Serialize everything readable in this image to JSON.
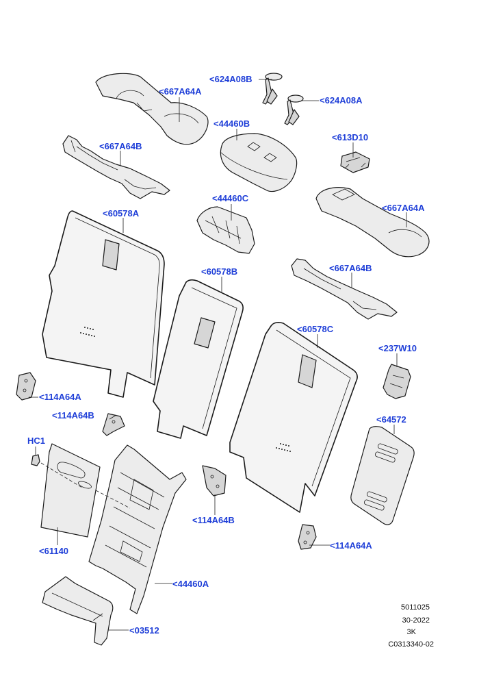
{
  "accent_color": "#1f3fd8",
  "callouts": [
    {
      "id": "c1",
      "label": "<624A08B"
    },
    {
      "id": "c2",
      "label": "<624A08A"
    },
    {
      "id": "c3",
      "label": "<667A64A"
    },
    {
      "id": "c4",
      "label": "<44460B"
    },
    {
      "id": "c5",
      "label": "<613D10"
    },
    {
      "id": "c6",
      "label": "<667A64B"
    },
    {
      "id": "c7",
      "label": "<44460C"
    },
    {
      "id": "c8",
      "label": "<667A64A"
    },
    {
      "id": "c9",
      "label": "<60578A"
    },
    {
      "id": "c10",
      "label": "<60578B"
    },
    {
      "id": "c11",
      "label": "<667A64B"
    },
    {
      "id": "c12",
      "label": "<60578C"
    },
    {
      "id": "c13",
      "label": "<237W10"
    },
    {
      "id": "c14",
      "label": "<114A64A"
    },
    {
      "id": "c15",
      "label": "<114A64B"
    },
    {
      "id": "c16",
      "label": "<64572"
    },
    {
      "id": "c17",
      "label": "HC1"
    },
    {
      "id": "c18",
      "label": "<114A64B"
    },
    {
      "id": "c19",
      "label": "<61140"
    },
    {
      "id": "c20",
      "label": "<114A64A"
    },
    {
      "id": "c21",
      "label": "<44460A"
    },
    {
      "id": "c22",
      "label": "<03512"
    }
  ],
  "footer": {
    "line1": "5011025",
    "line2": "30-2022",
    "line3": "3K",
    "line4": "C0313340-02"
  }
}
